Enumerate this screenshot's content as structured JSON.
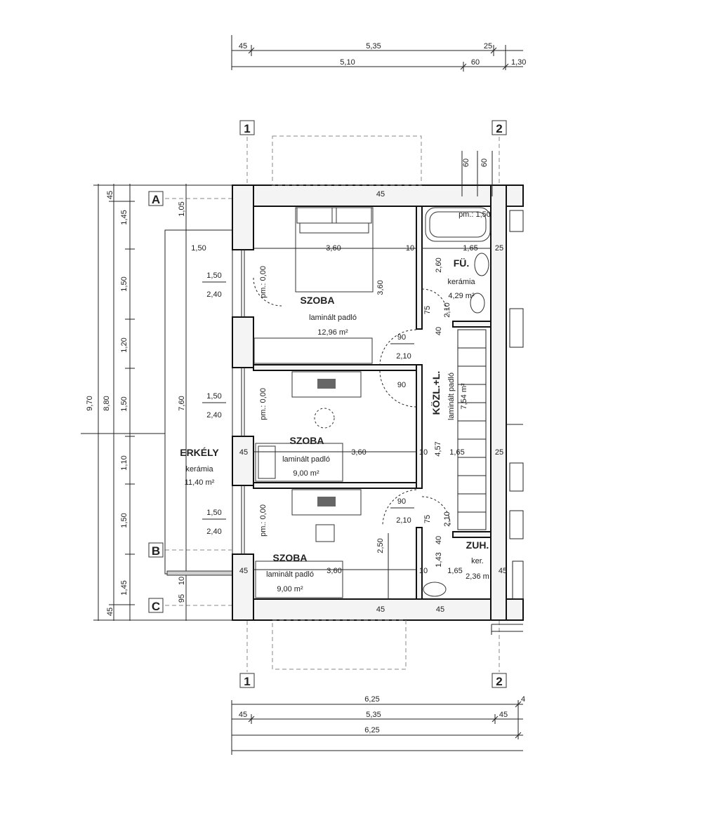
{
  "rooms": {
    "szoba1": {
      "name": "SZOBA",
      "floor": "laminált padló",
      "area": "12,96 m²"
    },
    "szoba2": {
      "name": "SZOBA",
      "floor": "laminált padló",
      "area": "9,00 m²"
    },
    "szoba3": {
      "name": "SZOBA",
      "floor": "laminált padló",
      "area": "9,00 m²"
    },
    "furdo": {
      "name": "FÜ.",
      "floor": "kerámia",
      "area": "4,29 m²"
    },
    "kozl": {
      "name": "KÖZL.+L.",
      "floor": "laminált padló",
      "area": "7,54 m²"
    },
    "zuh": {
      "name": "ZUH.",
      "floor": "ker.",
      "area": "2,36 m"
    },
    "erkely": {
      "name": "ERKÉLY",
      "floor": "kerámia",
      "area": "11,40 m²"
    }
  },
  "grid_markers": {
    "col1": "1",
    "col2": "2",
    "rowA": "A",
    "rowB": "B",
    "rowC": "C"
  },
  "top_dims": {
    "r1": [
      "45",
      "5,35",
      "25"
    ],
    "r2": [
      "5,10",
      "60",
      "1,30"
    ]
  },
  "bottom_dims": {
    "r1": "6,25",
    "r1_edge": "4",
    "r2": [
      "45",
      "5,35",
      "45"
    ],
    "r3": "6,25"
  },
  "left_dims": {
    "total_outer": "9,70",
    "total_inner": "8,80",
    "segments": [
      "45",
      "1,45",
      "1,50",
      "1,20",
      "1,50",
      "1,10",
      "1,50",
      "1,45",
      "45"
    ],
    "balcony": "7,60",
    "balcony_top": "1,05",
    "balcony_bottom": "95",
    "balcony_edge": "10"
  },
  "windows": {
    "w1": [
      "1,50",
      "2,40"
    ],
    "w2": [
      "1,50",
      "2,40"
    ],
    "w3": [
      "1,50",
      "2,40"
    ],
    "pm": "pm.: 0,00"
  },
  "interior_dims": {
    "d_150": "1,50",
    "d_360a": "3,60",
    "d_360b": "3,60",
    "d_360c": "3,60",
    "d_360v": "3,60",
    "d_10a": "10",
    "d_10b": "10",
    "d_10c": "10",
    "d_165a": "1,65",
    "d_165b": "1,65",
    "d_165c": "1,65",
    "d_25a": "25",
    "d_25b": "25",
    "d_45a": "45",
    "d_45b": "45",
    "d_45c": "45",
    "d_45d": "45",
    "d_45e": "45",
    "d_45f": "45",
    "d_90a": "90",
    "d_90b": "90",
    "d_90c": "90",
    "d_210a": "2,10",
    "d_210b": "2,10",
    "d_210v1": "2,10",
    "d_210v2": "2,10",
    "d_75a": "75",
    "d_75b": "75",
    "d_40a": "40",
    "d_40b": "40",
    "d_260": "2,60",
    "d_457": "4,57",
    "d_250": "2,50",
    "d_143": "1,43",
    "pm_150": "pm.: 1,50",
    "d_60a": "60",
    "d_60b": "60"
  }
}
